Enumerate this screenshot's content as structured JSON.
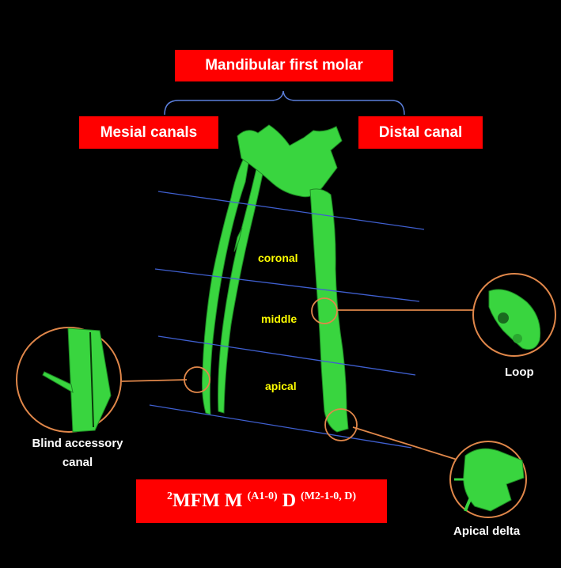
{
  "title": "Mandibular first molar",
  "branches": {
    "mesial": "Mesial canals",
    "distal": "Distal canal"
  },
  "zones": {
    "coronal": "coronal",
    "middle": "middle",
    "apical": "apical"
  },
  "callouts": {
    "loop": "Loop",
    "blind_accessory_canal": "Blind accessory canal",
    "apical_delta": "Apical delta"
  },
  "formula": {
    "prefix": "2",
    "main1": "MFM M ",
    "sup1": "(A1-0)",
    "main2": " D ",
    "sup2": "(M2-1-0, D)"
  },
  "colors": {
    "box": "#ff0000",
    "tooth": "#39d53f",
    "zone_text": "#ffff00",
    "level_lines": "#3f5fcf",
    "callout_lines": "#e0874a",
    "brace": "#5b7fdc",
    "background": "#000000"
  }
}
